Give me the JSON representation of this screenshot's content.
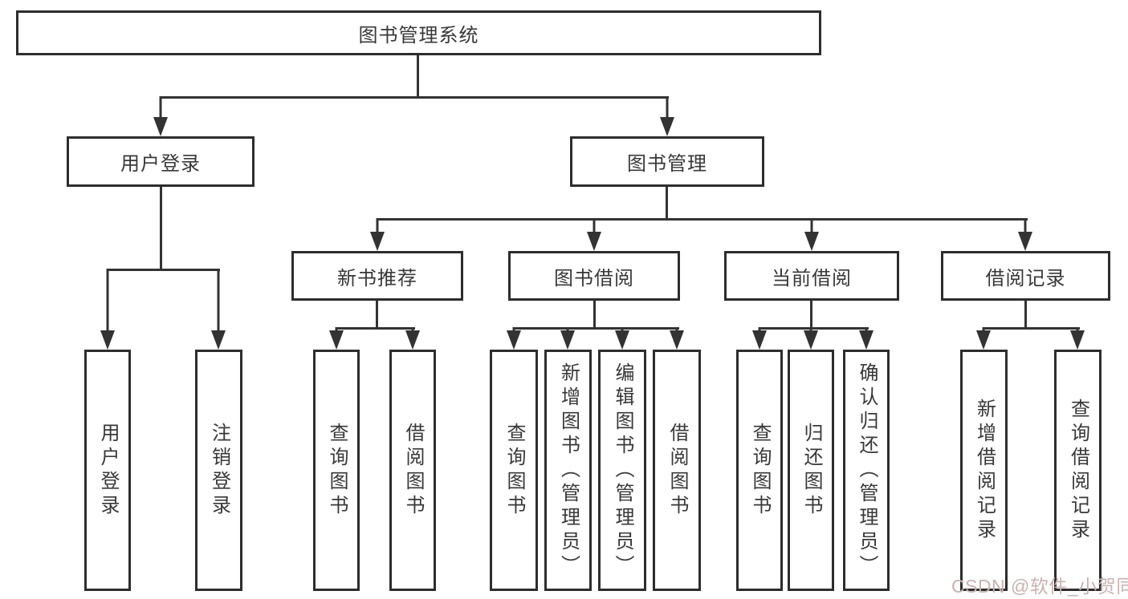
{
  "diagram": {
    "title": "图书管理系统",
    "type": "hierarchy-tree"
  },
  "nodes": {
    "root": {
      "label": "图书管理系统"
    },
    "user_login": {
      "label": "用户登录"
    },
    "book_mgmt": {
      "label": "图书管理"
    },
    "new_book_rec": {
      "label": "新书推荐"
    },
    "book_borrow": {
      "label": "图书借阅"
    },
    "current_borrow": {
      "label": "当前借阅"
    },
    "borrow_records": {
      "label": "借阅记录"
    },
    "leaf_user_login": {
      "label": "用户登录"
    },
    "leaf_logout": {
      "label": "注销登录"
    },
    "leaf_rec_query": {
      "label": "查询图书"
    },
    "leaf_rec_borrow": {
      "label": "借阅图书"
    },
    "leaf_bb_query": {
      "label": "查询图书"
    },
    "leaf_bb_add": {
      "label": "新增图书（管理员）"
    },
    "leaf_bb_edit": {
      "label": "编辑图书（管理员）"
    },
    "leaf_bb_borrow": {
      "label": "借阅图书"
    },
    "leaf_cb_query": {
      "label": "查询图书"
    },
    "leaf_cb_return": {
      "label": "归还图书"
    },
    "leaf_cb_confirm": {
      "label": "确认归还（管理员）"
    },
    "leaf_br_add": {
      "label": "新增借阅记录"
    },
    "leaf_br_query": {
      "label": "查询借阅记录"
    }
  },
  "watermark": {
    "text": "CSDN @软件_小贺同学",
    "color": "#c9b2b0"
  },
  "colors": {
    "background": "#ffffff",
    "box_border": "#2d2d2d",
    "box_fill": "#ffffff",
    "connector": "#333333",
    "text": "#383838"
  }
}
